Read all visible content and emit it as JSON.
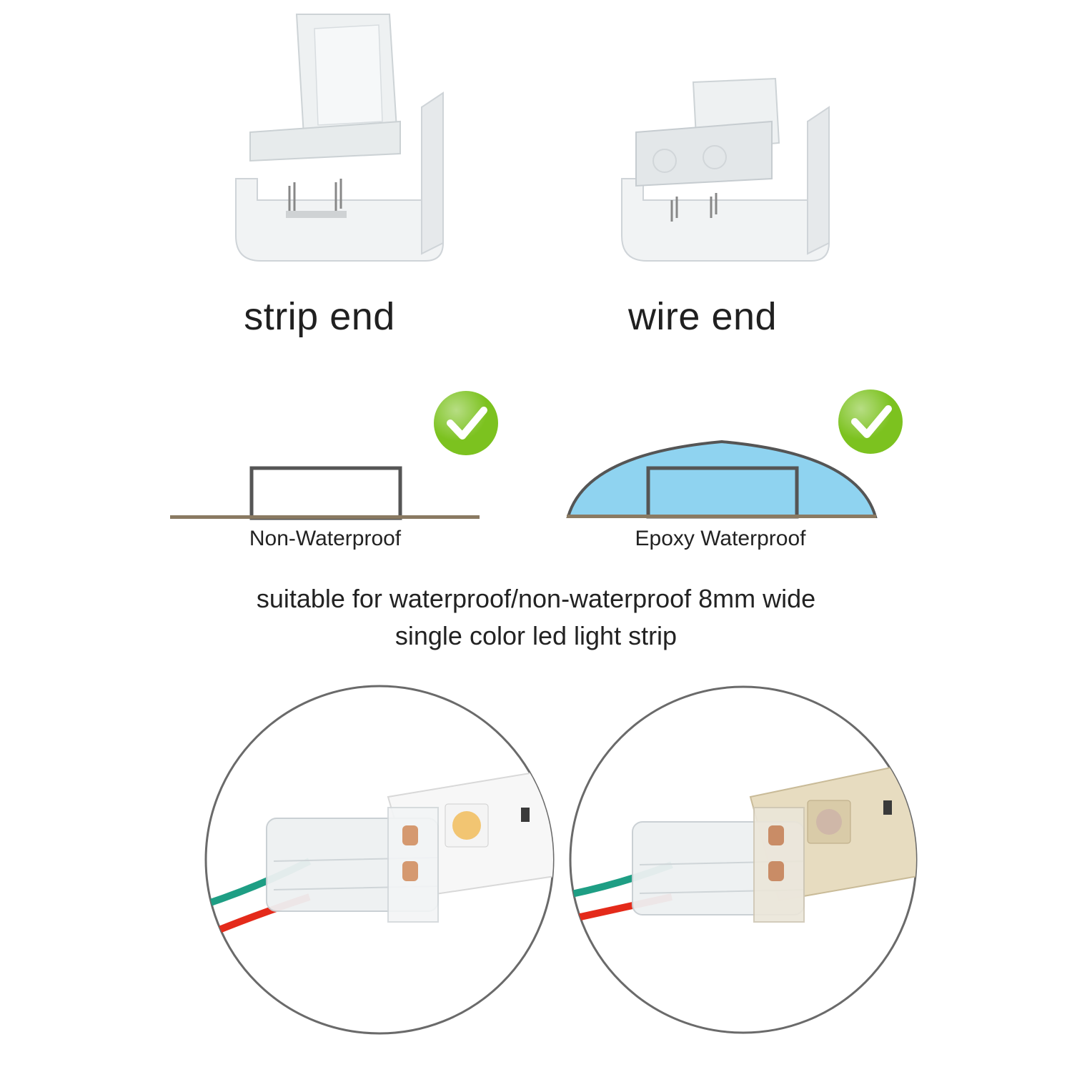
{
  "top": {
    "left_label": "strip end",
    "right_label": "wire end"
  },
  "diagrams": {
    "left_label": "Non-Waterproof",
    "right_label": "Epoxy Waterproof",
    "check_icon": "checkmark-icon",
    "colors": {
      "check_green": "#7cc21f",
      "epoxy_fill": "#8fd3f0",
      "base_line": "#8a7a62",
      "outline": "#555555"
    }
  },
  "description": {
    "line1": "suitable for waterproof/non-waterproof 8mm wide",
    "line2": "single color led light strip"
  },
  "closeups": {
    "wire_colors": {
      "green": "#1e9e84",
      "red": "#e42a1a"
    }
  }
}
